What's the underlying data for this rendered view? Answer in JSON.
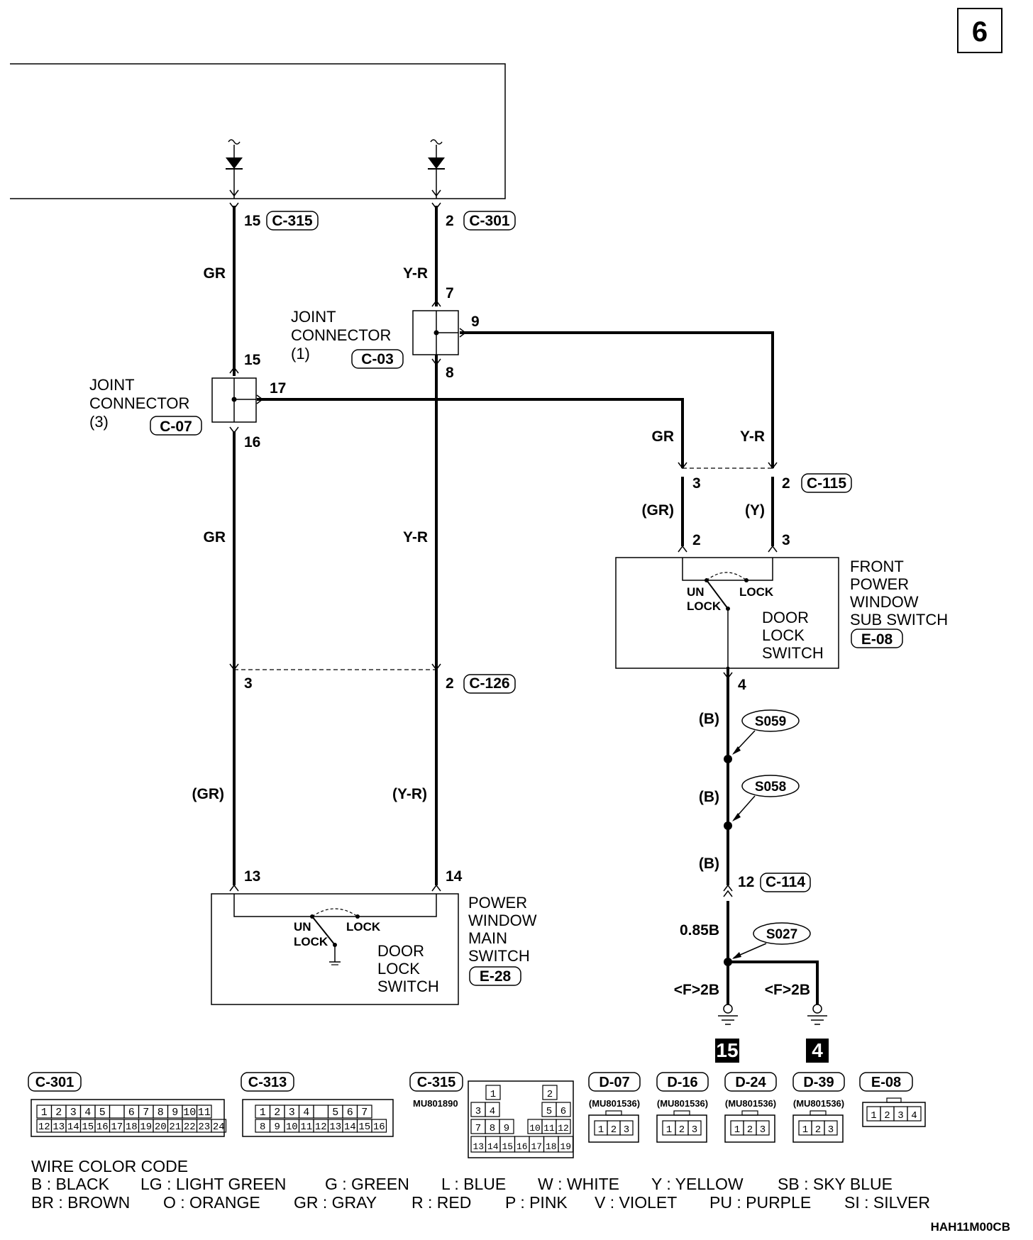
{
  "page_number": "6",
  "drawing_code": "HAH11M00CB",
  "wires": {
    "left_top_color": "GR",
    "center_top_color": "Y-R",
    "left_mid_color": "GR",
    "center_mid_color": "Y-R",
    "left_low_color": "(GR)",
    "center_low_color": "(Y-R)",
    "right_a_color": "GR",
    "right_b_color": "Y-R",
    "right_a_low_color": "(GR)",
    "right_b_low_color": "(Y)",
    "ground_1": "(B)",
    "ground_2": "(B)",
    "ground_3": "(B)",
    "ground_size": "0.85B",
    "ground_left": "<F>2B",
    "ground_right": "<F>2B"
  },
  "pins": {
    "p15_top": "15",
    "c315": "C-315",
    "p2_top": "2",
    "c301": "C-301",
    "p7": "7",
    "p9": "9",
    "p8": "8",
    "p15_j3": "15",
    "p17": "17",
    "p16": "16",
    "p3_c115": "3",
    "p2_c115": "2",
    "c115": "C-115",
    "p2_e08": "2",
    "p3_e08": "3",
    "p4": "4",
    "p3_c126": "3",
    "p2_c126": "2",
    "c126": "C-126",
    "p13": "13",
    "p14": "14",
    "p12": "12",
    "c114": "C-114"
  },
  "joint1": {
    "line1": "JOINT",
    "line2": "CONNECTOR",
    "line3": "(1)",
    "code": "C-03"
  },
  "joint3": {
    "line1": "JOINT",
    "line2": "CONNECTOR",
    "line3": "(3)",
    "code": "C-07"
  },
  "front_switch": {
    "line1": "FRONT",
    "line2": "POWER",
    "line3": "WINDOW",
    "line4": "SUB SWITCH",
    "code": "E-08",
    "inner1": "DOOR",
    "inner2": "LOCK",
    "inner3": "SWITCH",
    "un": "UN",
    "lock_a": "LOCK",
    "lock_b": "LOCK"
  },
  "main_switch": {
    "line1": "POWER",
    "line2": "WINDOW",
    "line3": "MAIN",
    "line4": "SWITCH",
    "code": "E-28",
    "inner1": "DOOR",
    "inner2": "LOCK",
    "inner3": "SWITCH",
    "un": "UN",
    "lock_a": "LOCK",
    "lock_b": "LOCK"
  },
  "splices": {
    "s1": "S059",
    "s2": "S058",
    "s3": "S027"
  },
  "grounds": {
    "g1": "15",
    "g2": "4"
  },
  "connectors": {
    "c301": {
      "code": "C-301",
      "row1": [
        "1",
        "2",
        "3",
        "4",
        "5",
        "",
        "6",
        "7",
        "8",
        "9",
        "10",
        "11"
      ],
      "row2": [
        "12",
        "13",
        "14",
        "15",
        "16",
        "17",
        "18",
        "19",
        "20",
        "21",
        "22",
        "23",
        "24"
      ]
    },
    "c313": {
      "code": "C-313",
      "row1": [
        "1",
        "2",
        "3",
        "4",
        "",
        "5",
        "6",
        "7"
      ],
      "row2": [
        "8",
        "9",
        "10",
        "11",
        "12",
        "13",
        "14",
        "15",
        "16"
      ]
    },
    "c315": {
      "code": "C-315",
      "part": "MU801890",
      "rows": [
        [
          "1",
          "",
          "",
          "2"
        ],
        [
          "3",
          "4",
          "",
          "",
          "5",
          "6"
        ],
        [
          "7",
          "8",
          "9",
          "",
          "10",
          "11",
          "12"
        ],
        [
          "13",
          "14",
          "15",
          "16",
          "17",
          "18",
          "19"
        ]
      ]
    },
    "d07": {
      "code": "D-07",
      "part": "(MU801536)",
      "pins": [
        "1",
        "2",
        "3"
      ]
    },
    "d16": {
      "code": "D-16",
      "part": "(MU801536)",
      "pins": [
        "1",
        "2",
        "3"
      ]
    },
    "d24": {
      "code": "D-24",
      "part": "(MU801536)",
      "pins": [
        "1",
        "2",
        "3"
      ]
    },
    "d39": {
      "code": "D-39",
      "part": "(MU801536)",
      "pins": [
        "1",
        "2",
        "3"
      ]
    },
    "e08": {
      "code": "E-08",
      "pins": [
        "1",
        "2",
        "3",
        "4"
      ]
    }
  },
  "legend": {
    "title": "WIRE COLOR CODE",
    "row1": [
      "B : BLACK",
      "LG : LIGHT GREEN",
      "G : GREEN",
      "L : BLUE",
      "W : WHITE",
      "Y : YELLOW",
      "SB : SKY BLUE"
    ],
    "row2": [
      "BR : BROWN",
      "O : ORANGE",
      "GR : GRAY",
      "R : RED",
      "P : PINK",
      "V : VIOLET",
      "PU : PURPLE",
      "SI : SILVER"
    ]
  }
}
